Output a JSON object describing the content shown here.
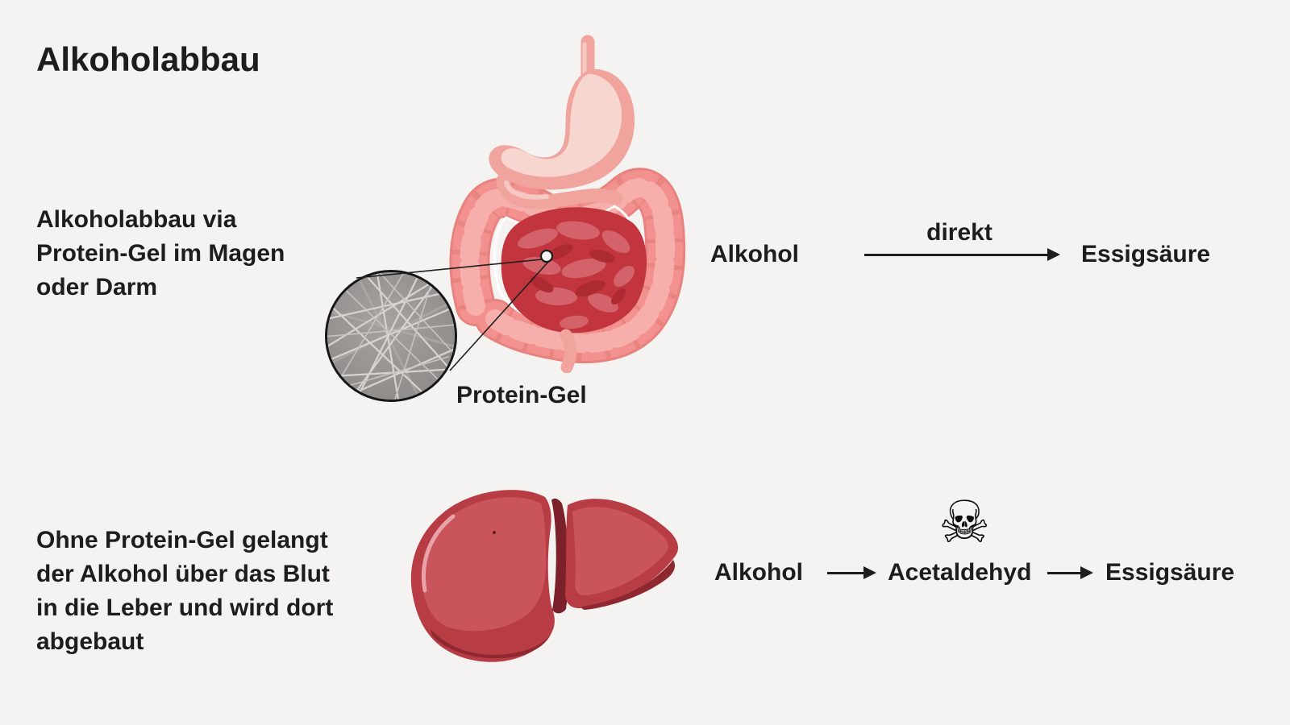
{
  "title": "Alkoholabbau",
  "pathway_gut": {
    "description_lines": [
      "Alkoholabbau via",
      "Protein-Gel im Magen",
      "oder Darm"
    ],
    "inset_label": "Protein-Gel",
    "flow": {
      "start": "Alkohol",
      "arrow_label": "direkt",
      "end": "Essigsäure"
    }
  },
  "pathway_liver": {
    "description_lines": [
      "Ohne Protein-Gel gelangt",
      "der Alkohol über das Blut",
      "in die Leber und wird dort",
      "abgebaut"
    ],
    "flow": {
      "start": "Alkohol",
      "middle": "Acetaldehyd",
      "end": "Essigsäure",
      "toxic_icon_glyph": "☠"
    }
  },
  "colors": {
    "background": "#f4f3f1",
    "text": "#1d1d1b",
    "organ_pink": "#f0a49d",
    "organ_pink_light": "#f8d6d0",
    "colon_pink": "#f2918f",
    "intestine_dark_red": "#c2353f",
    "liver_red": "#b73c44",
    "liver_highlight": "#c9545c",
    "micrograph_gray": "#979492",
    "icon_black": "#0d0d0d"
  }
}
